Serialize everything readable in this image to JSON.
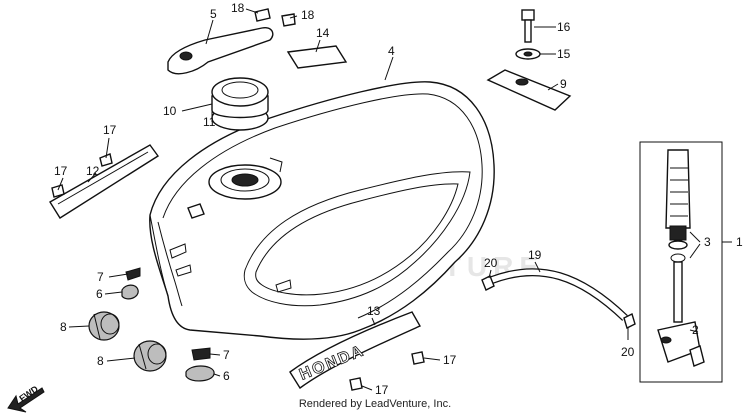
{
  "callouts": {
    "c1": "1",
    "c2": "2",
    "c3": "3",
    "c4": "4",
    "c5": "5",
    "c6a": "6",
    "c6b": "6",
    "c7a": "7",
    "c7b": "7",
    "c8a": "8",
    "c8b": "8",
    "c9": "9",
    "c10": "10",
    "c11": "11",
    "c12": "12",
    "c13": "13",
    "c14": "14",
    "c15": "15",
    "c16": "16",
    "c17a": "17",
    "c17b": "17",
    "c17c": "17",
    "c17d": "17",
    "c18a": "18",
    "c18b": "18",
    "c19": "19",
    "c20a": "20",
    "c20b": "20"
  },
  "emblem_text": "HONDA",
  "fwd_label": "FWD",
  "watermark": "LEADVENTURE",
  "footer": "Rendered by LeadVenture, Inc."
}
